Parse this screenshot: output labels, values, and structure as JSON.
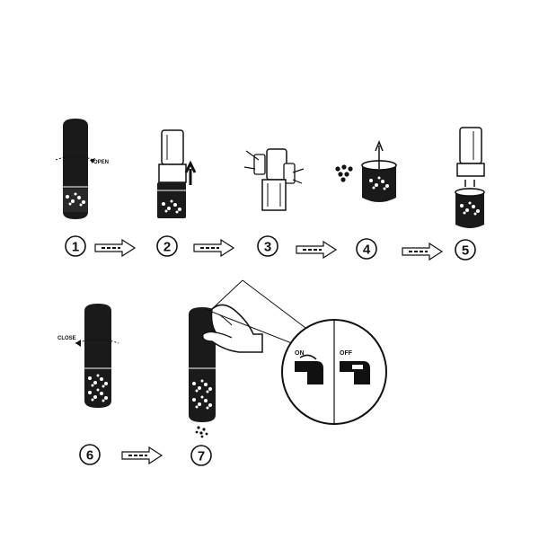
{
  "labels": {
    "open": "OPEN",
    "close": "CLOSE",
    "on": "ON",
    "off": "OFF"
  },
  "steps": [
    "1",
    "2",
    "3",
    "4",
    "5",
    "6",
    "7"
  ],
  "arrows": [
    "step-1-to-2",
    "step-2-to-3",
    "step-3-to-4",
    "step-4-to-5",
    "step-6-to-7"
  ],
  "colors": {
    "ink": "#111111",
    "paper": "#ffffff"
  }
}
